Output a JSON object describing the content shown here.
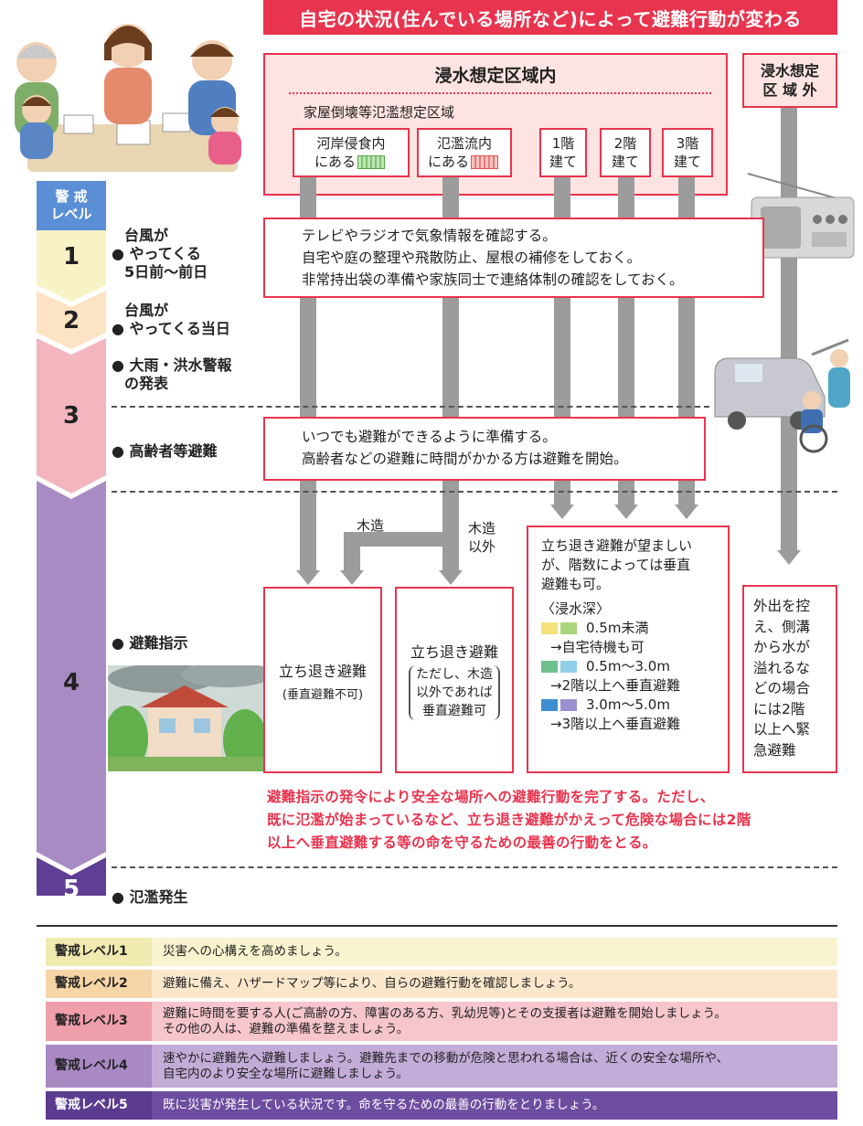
{
  "header": {
    "title": "自宅の状況(住んでいる場所など)によって避難行動が変わる"
  },
  "zones": {
    "inside_title": "浸水想定区域内",
    "collapse_title": "家屋倒壊等氾濫想定区域",
    "outside_title_1": "浸水想定",
    "outside_title_2": "区 域 外",
    "cols": {
      "erosion_1": "河岸侵食内",
      "erosion_2": "にある",
      "flow_1": "氾濫流内",
      "flow_2": "にある",
      "f1_1": "1階",
      "f1_2": "建て",
      "f2_1": "2階",
      "f2_2": "建て",
      "f3_1": "3階",
      "f3_2": "建て"
    }
  },
  "alert_header": {
    "line1": "警 戒",
    "line2": "レベル"
  },
  "levels": {
    "l1": {
      "num": "1",
      "colour": "#f7f3c6",
      "event_1": "台風が",
      "event_2": "やってくる",
      "event_3": "5日前〜前日"
    },
    "l2": {
      "num": "2",
      "colour": "#fbe3c4",
      "event_1": "台風が",
      "event_2": "やってくる当日"
    },
    "l3": {
      "num": "3",
      "colour": "#f3b6bf",
      "event_a_1": "大雨・洪水警報",
      "event_a_2": "の発表",
      "event_b": "高齢者等避難"
    },
    "l4": {
      "num": "4",
      "colour": "#a98bc3",
      "event": "避難指示"
    },
    "l5": {
      "num": "5",
      "colour": "#5f3e95",
      "event": "氾濫発生"
    }
  },
  "messages": {
    "prep_1": "テレビやラジオで気象情報を確認する。",
    "prep_2": "自宅や庭の整理や飛散防止、屋根の補修をしておく。",
    "prep_3": "非常持出袋の準備や家族同士で連絡体制の確認をしておく。",
    "elder_1": "いつでも避難ができるように準備する。",
    "elder_2": "高齢者などの避難に時間がかかる方は避難を開始。"
  },
  "labels": {
    "wooden": "木造",
    "nonwooden_1": "木造",
    "nonwooden_2": "以外"
  },
  "actions": {
    "evac_1": "立ち退き避難",
    "evac_2": "(垂直避難不可)",
    "evac2_1": "立ち退き避難",
    "evac2_2": "ただし、木造",
    "evac2_3": "以外であれば",
    "evac2_4": "垂直避難可",
    "preferred_1": "立ち退き避難が望ましい",
    "preferred_2": "が、階数によっては垂直",
    "preferred_3": "避難も可。",
    "depth_title": "〈浸水深〉",
    "d1": "0.5m未満",
    "d1_note": "→自宅待機も可",
    "d2": "0.5m〜3.0m",
    "d2_note": "→2階以上へ垂直避難",
    "d3": "3.0m〜5.0m",
    "d3_note": "→3階以上へ垂直避難",
    "outside_1": "外出を控",
    "outside_2": "え、側溝",
    "outside_3": "から水が",
    "outside_4": "溢れるな",
    "outside_5": "どの場合",
    "outside_6": "には2階",
    "outside_7": "以上へ緊",
    "outside_8": "急避難"
  },
  "depth_colours": {
    "yellow": "#f3e27a",
    "lgreen": "#a9d67c",
    "green": "#6fc08b",
    "lblue": "#8fd0ea",
    "blue": "#3e8fd1",
    "purple": "#9b8fd0"
  },
  "warning": {
    "line1": "避難指示の発令により安全な場所への避難行動を完了する。ただし、",
    "line2": "既に氾濫が始まっているなど、立ち退き避難がかえって危険な場合には2階",
    "line3": "以上へ垂直避難する等の命を守るための最善の行動をとる。"
  },
  "table": [
    {
      "label": "警戒レベル1",
      "text": "災害への心構えを高めましょう。",
      "text2": "",
      "bg": "#f8f4cf",
      "labbg": "#f1eab0"
    },
    {
      "label": "警戒レベル2",
      "text": "避難に備え、ハザードマップ等により、自らの避難行動を確認しましょう。",
      "text2": "",
      "bg": "#fbe8cc",
      "labbg": "#f6d5a6"
    },
    {
      "label": "警戒レベル3",
      "text": "避難に時間を要する人(ご高齢の方、障害のある方、乳幼児等)とその支援者は避難を開始しましょう。",
      "text2": "その他の人は、避難の準備を整えましょう。",
      "bg": "#f6c6cc",
      "labbg": "#ef9fab"
    },
    {
      "label": "警戒レベル4",
      "text": "速やかに避難先へ避難しましょう。避難先までの移動が危険と思われる場合は、近くの安全な場所や、",
      "text2": "自宅内のより安全な場所に避難しましょう。",
      "bg": "#c3acd8",
      "labbg": "#a889c4"
    },
    {
      "label": "警戒レベル5",
      "text": "既に災害が発生している状況です。命を守るための最善の行動をとりましょう。",
      "text2": "",
      "bg": "#6d4da0",
      "labbg": "#5a3b8e"
    }
  ]
}
